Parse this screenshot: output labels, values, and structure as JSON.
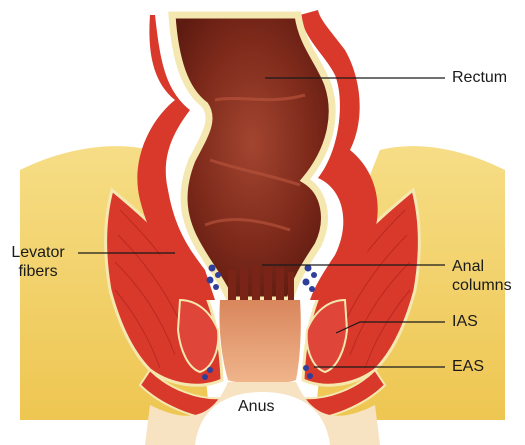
{
  "labels": {
    "rectum": "Rectum",
    "levator_line1": "Levator",
    "levator_line2": "fibers",
    "anal_line1": "Anal",
    "anal_line2": "columns",
    "ias": "IAS",
    "eas": "EAS",
    "anus": "Anus"
  },
  "colors": {
    "fat": "#f1cf5d",
    "muscle": "#d83a2c",
    "muscle_dark": "#a81e1a",
    "lumen": "#7a2418",
    "lumen_light": "#9c3a26",
    "mucosa_rim": "#f4e8b0",
    "canal": "#e49a6e",
    "vessel": "#2f3f9a",
    "leader": "#1a1a1a"
  }
}
